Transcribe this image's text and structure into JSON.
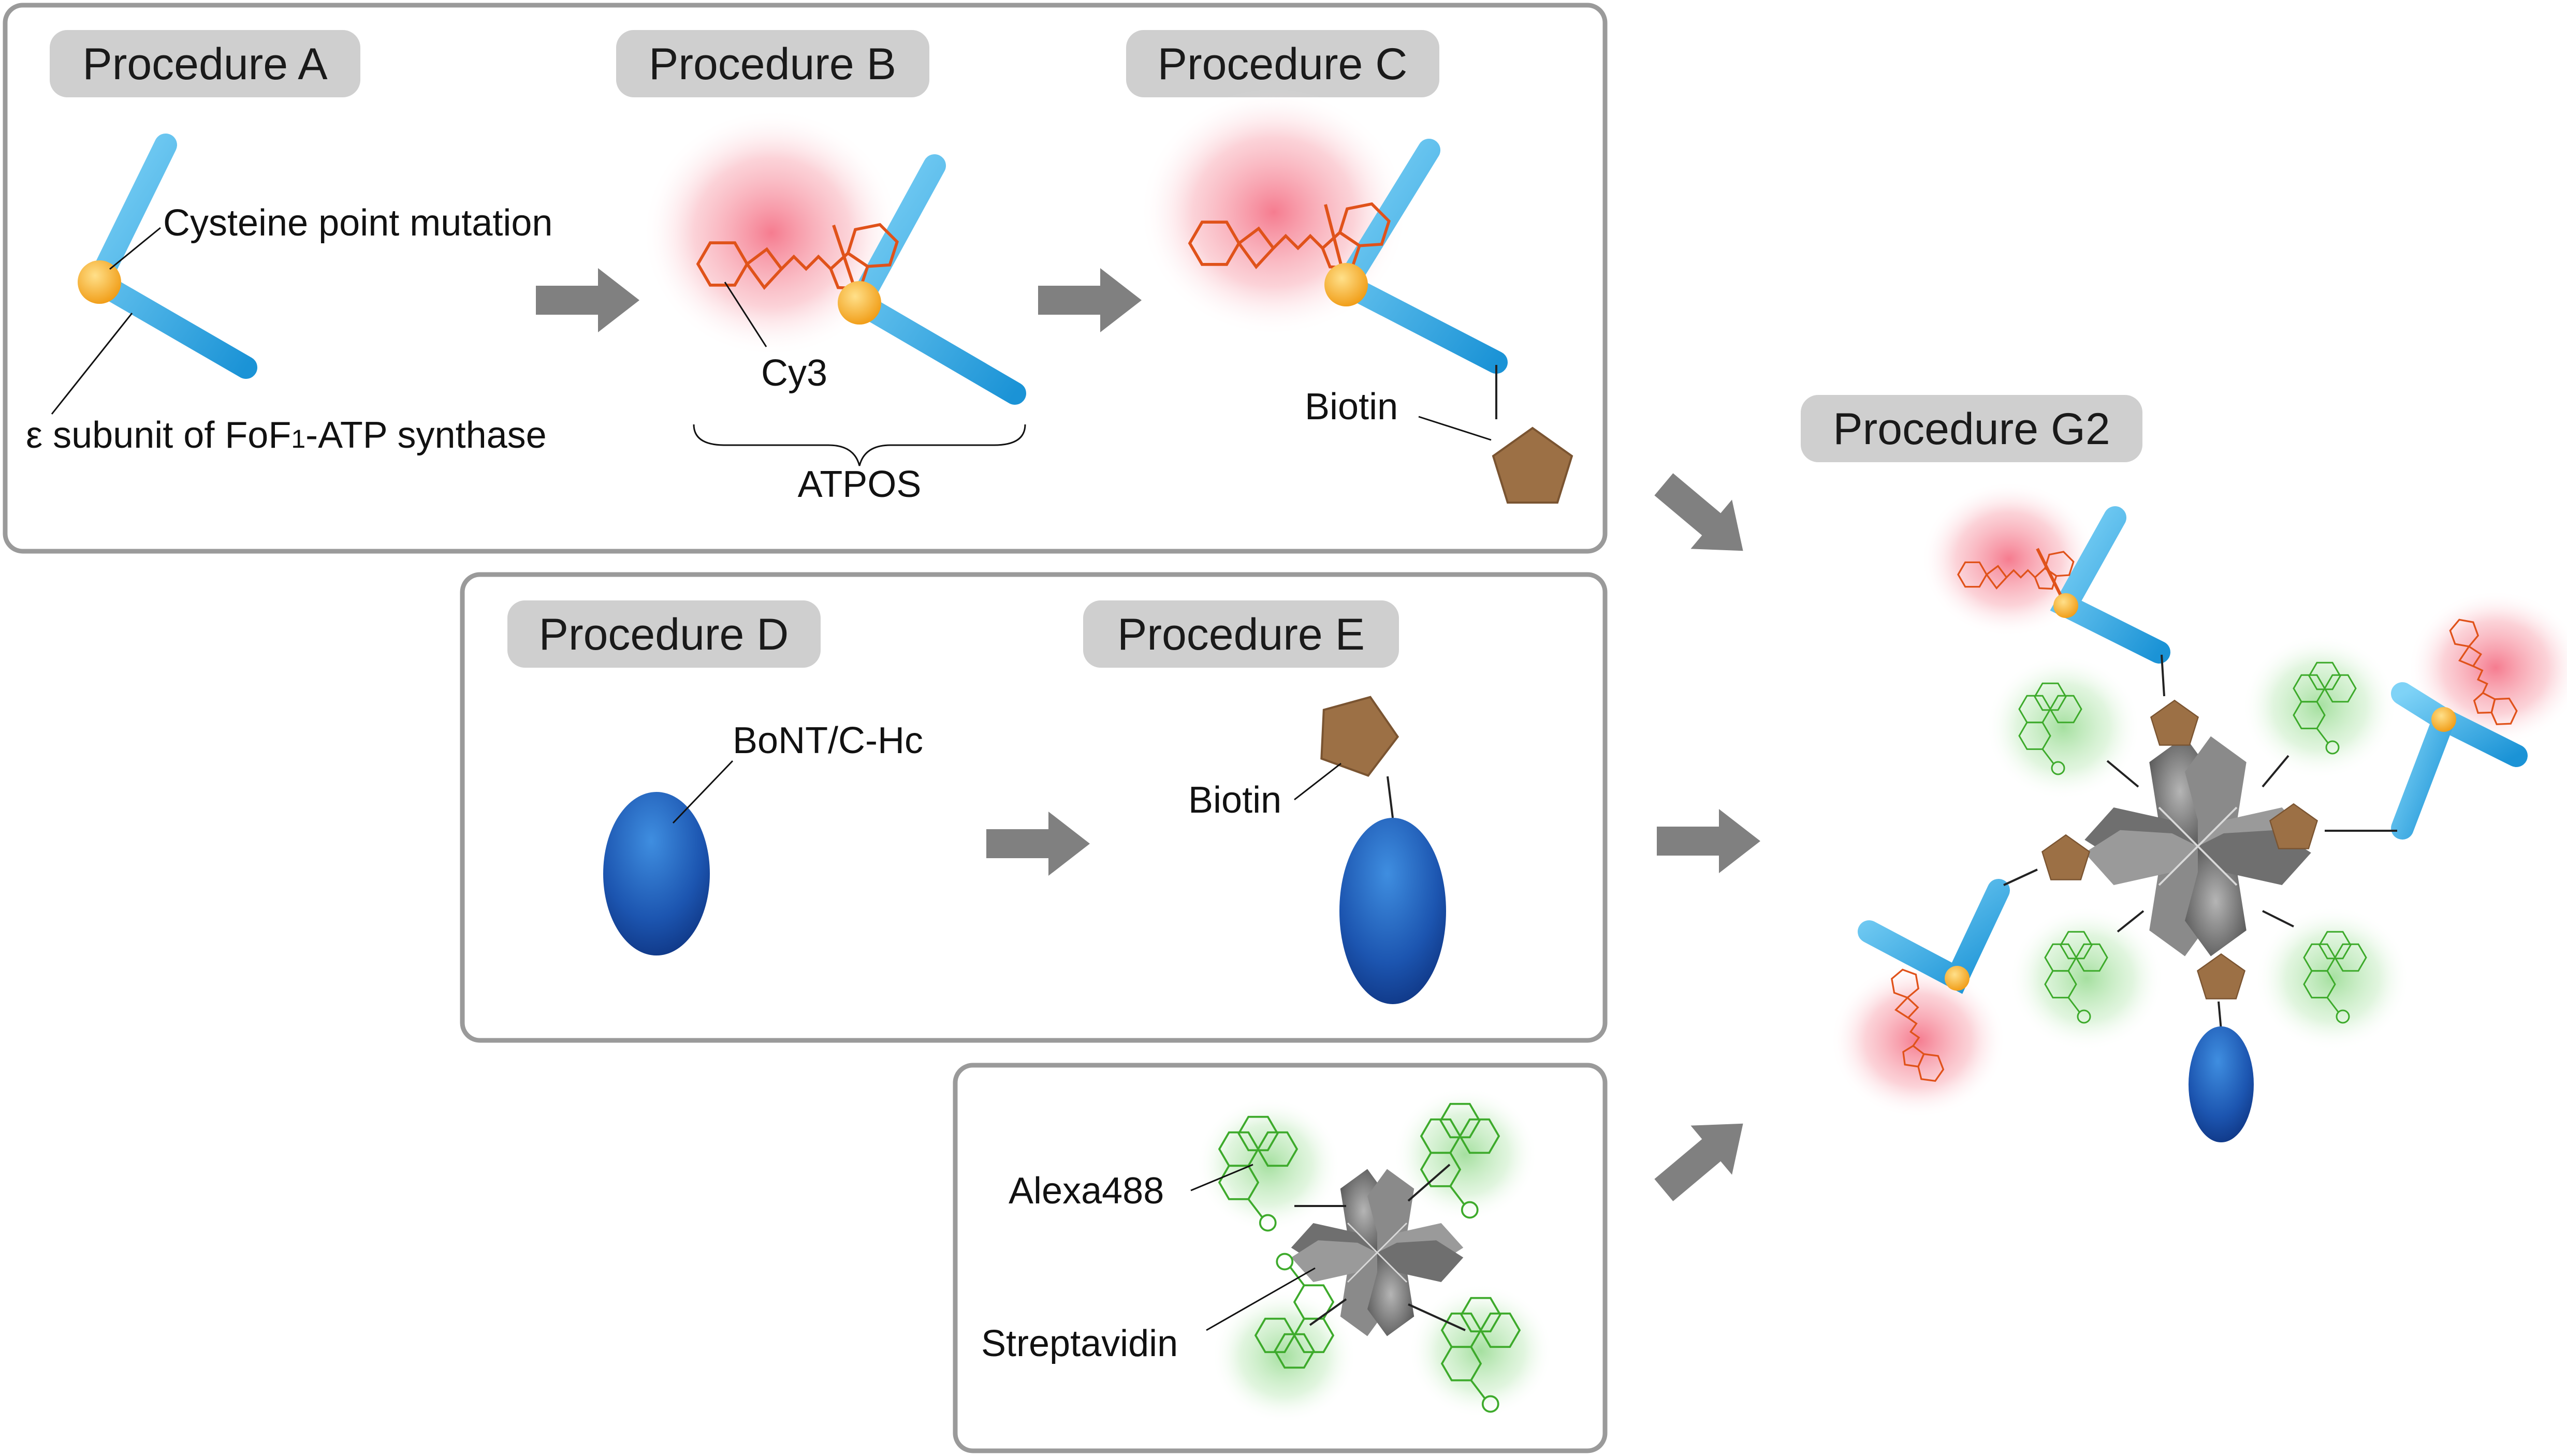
{
  "procedures": {
    "a": "Procedure A",
    "b": "Procedure B",
    "c": "Procedure C",
    "d": "Procedure D",
    "e": "Procedure E",
    "g2": "Procedure G2"
  },
  "labels": {
    "cysteine": "Cysteine point mutation",
    "epsilon_prefix": "ε subunit of FoF",
    "epsilon_sub": "1",
    "epsilon_suffix": "-ATP synthase",
    "cy3": "Cy3",
    "atpos": "ATPOS",
    "biotin_c": "Biotin",
    "bont": "BoNT/C-Hc",
    "biotin_e": "Biotin",
    "alexa": "Alexa488",
    "streptavidin": "Streptavidin"
  },
  "colors": {
    "panel_border": "#9a9a9a",
    "pill": "#cfcfcf",
    "arrow": "#808080",
    "epsilon_rod": "#2fa6e0",
    "cysteine_bead": "#f5a623",
    "cy3": "#e0521a",
    "cy3_glow": "#f26d7d",
    "biotin": "#9c7045",
    "bont": "#1d4fa8",
    "streptavidin": "#7a7a7a",
    "alexa488": "#3daa2b",
    "alexa_glow": "#8fd68a"
  },
  "icons": [
    "epsilon-subunit-rod-icon",
    "cysteine-bead-icon",
    "cy3-dye-icon",
    "biotin-pentagon-icon",
    "bont-ellipse-icon",
    "streptavidin-tetramer-icon",
    "alexa488-dye-icon",
    "process-arrow-icon"
  ]
}
